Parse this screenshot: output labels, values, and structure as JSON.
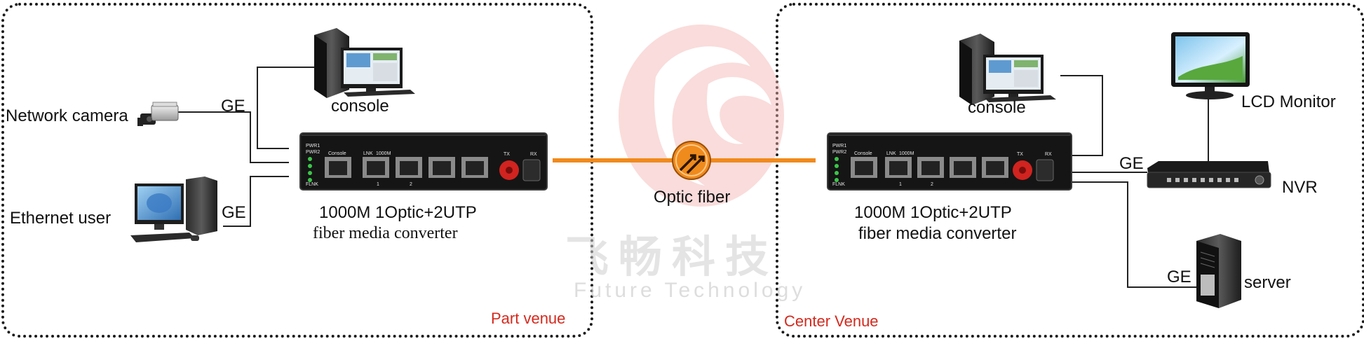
{
  "venues": {
    "part": "Part venue",
    "center": "Center  Venue"
  },
  "watermark": {
    "chinese": "飞畅科技",
    "english": "Future Technology"
  },
  "link": {
    "label": "Optic fiber"
  },
  "left": {
    "camera_label": "Network camera",
    "user_label": "Ethernet user",
    "console_label": "console",
    "ge_top": "GE",
    "ge_bottom": "GE",
    "converter_line1": "1000M 1Optic+2UTP",
    "converter_line2": "fiber media converter"
  },
  "right": {
    "console_label": "console",
    "monitor_label": "LCD  Monitor",
    "nvr_label": "NVR",
    "server_label": "server",
    "ge_nvr": "GE",
    "ge_server": "GE",
    "converter_line1": "1000M 1Optic+2UTP",
    "converter_line2": "fiber media converter"
  },
  "device_panel": {
    "pwr1": "PWR1",
    "pwr2": "PWR2",
    "flnk": "FLNK",
    "console": "Console",
    "lnk": "LNK",
    "speed": "1000M",
    "port1": "1",
    "port2": "2",
    "tx": "TX",
    "rx": "RX"
  },
  "colors": {
    "fiber": "#f08a1c",
    "venue_label": "#d42a1e",
    "logo": "#f3b3b0"
  }
}
